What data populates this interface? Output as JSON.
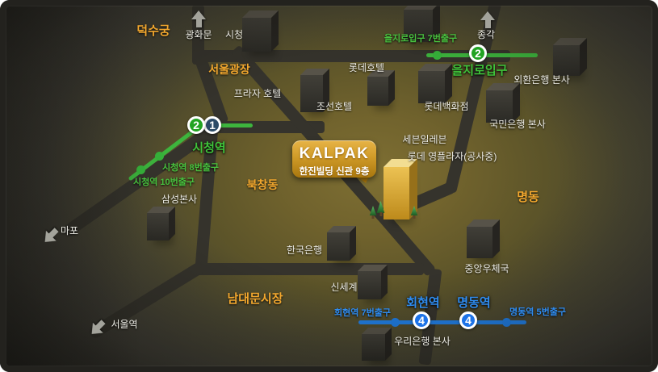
{
  "map": {
    "bubble": {
      "brand": "KALPAK",
      "subtitle": "한진빌딩 신관 9층"
    },
    "badges": {
      "line1": "1",
      "line2": "2",
      "line4": "4"
    },
    "labels": {
      "deoksugung": "덕수궁",
      "gwanghwamun": "광화문",
      "cityhall": "시청",
      "seoul_plaza": "서울광장",
      "plaza_hotel": "프라자 호텔",
      "chosun_hotel": "조선호텔",
      "lotte_hotel": "롯데호텔",
      "lotte_dept": "롯데백화점",
      "euljiro_exit7": "을지로입구 7번출구",
      "jonggak": "종각",
      "euljiro_station": "을지로입구",
      "keb_hq": "외환은행 본사",
      "kookmin_hq": "국민은행 본사",
      "seven_eleven": "세븐일레븐",
      "young_plaza": "롯데 영플라자(공사중)",
      "cityhall_station": "시청역",
      "cityhall_exit8": "시청역 8번출구",
      "cityhall_exit10": "시청역 10번출구",
      "bukchang_dong": "북창동",
      "samsung_hq": "삼성본사",
      "mapo": "마포",
      "bank_of_korea": "한국은행",
      "myeongdong": "명동",
      "central_post_office": "중앙우체국",
      "shinsegae": "신세계",
      "namdaemun_market": "남대문시장",
      "seoul_station": "서울역",
      "hoehyeon_station": "회현역",
      "myeongdong_station": "명동역",
      "hoehyeon_exit7": "회현역 7번출구",
      "myeongdong_exit5": "명동역 5번출구",
      "woori_hq": "우리은행 본사"
    },
    "colors": {
      "line2_green": "#3db53d",
      "line4_blue": "#2180e8",
      "line1_navy": "#2c4b67",
      "district_orange": "#f2a72e",
      "callout_gold": "#d09b28"
    }
  }
}
